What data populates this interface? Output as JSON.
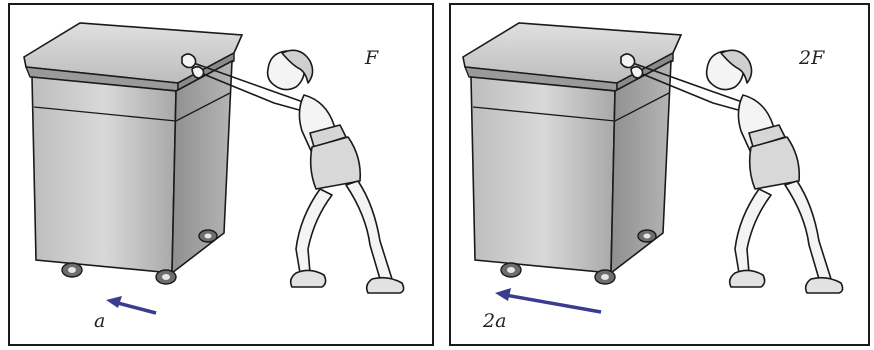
{
  "panels": [
    {
      "force_label": "F",
      "accel_label": "a",
      "accel_multiple": 1
    },
    {
      "force_label": "2F",
      "accel_label": "2a",
      "accel_multiple": 2
    }
  ],
  "colors": {
    "arrow": "#3b3c8f",
    "outline": "#1a1a1a",
    "bin_fill": "#c8c8c8",
    "bin_shade": "#9e9e9e"
  },
  "icons": [
    "storage-bin",
    "person-pushing",
    "acceleration-arrow"
  ]
}
